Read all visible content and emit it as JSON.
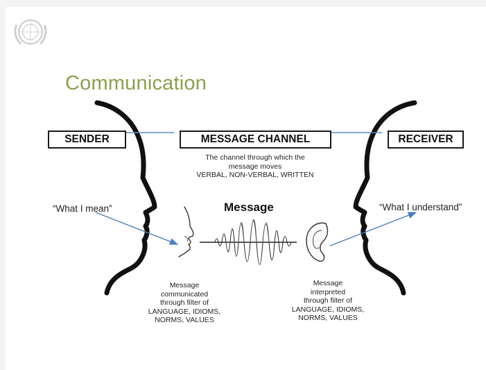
{
  "slide": {
    "title": "Communication"
  },
  "boxes": {
    "sender": "SENDER",
    "channel": "MESSAGE CHANNEL",
    "receiver": "RECEIVER"
  },
  "channel_description": {
    "line1": "The channel through which the",
    "line2": "message moves",
    "line3": "VERBAL, NON-VERBAL, WRITTEN"
  },
  "quotes": {
    "sender": "“What I mean”",
    "receiver": "“What I understand”"
  },
  "message_label": "Message",
  "sender_filter": {
    "line1": "Message",
    "line2": "communicated",
    "line3": "through filter of",
    "line4": "LANGUAGE, IDIOMS,",
    "line5": "NORMS, VALUES"
  },
  "receiver_filter": {
    "line1": "Message",
    "line2": "interpreted",
    "line3": "through filter of",
    "line4": "LANGUAGE, IDIOMS,",
    "line5": "NORMS, VALUES"
  },
  "colors": {
    "title": "#8aa04b",
    "connector": "#5b8cc4",
    "arrow": "#4a7fbf"
  }
}
